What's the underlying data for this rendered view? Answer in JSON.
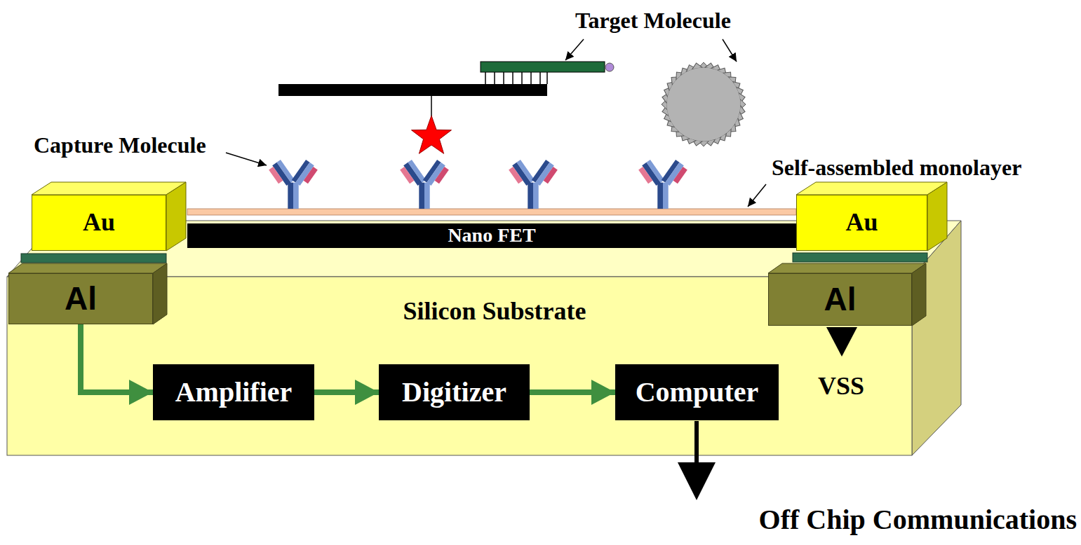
{
  "diagram": {
    "nodes": [
      {
        "text": [
          "Au"
        ]
      },
      {
        "text": [
          "Nano FET"
        ]
      },
      {
        "text": [
          "Au"
        ]
      },
      {
        "text": [
          "Al"
        ]
      },
      {
        "text": [
          "Al"
        ]
      },
      {
        "text": [
          "Silicon Substrate"
        ]
      },
      {
        "text": [
          "Amplifier"
        ],
        "in": 5
      },
      {
        "text": [
          "Digitizer"
        ],
        "in": 5
      },
      {
        "text": [
          "Computer"
        ],
        "in": 5
      }
    ],
    "edges": [
      {
        "from": 3,
        "to": 6,
        "arrow": "to"
      },
      {
        "from": 6,
        "to": 7,
        "arrow": "to"
      },
      {
        "from": 7,
        "to": 8,
        "arrow": "to"
      }
    ],
    "labels": [
      "Target Molecule",
      "Capture Molecule",
      "Self-assembled monolayer",
      "VSS",
      "Off Chip Communications"
    ]
  }
}
